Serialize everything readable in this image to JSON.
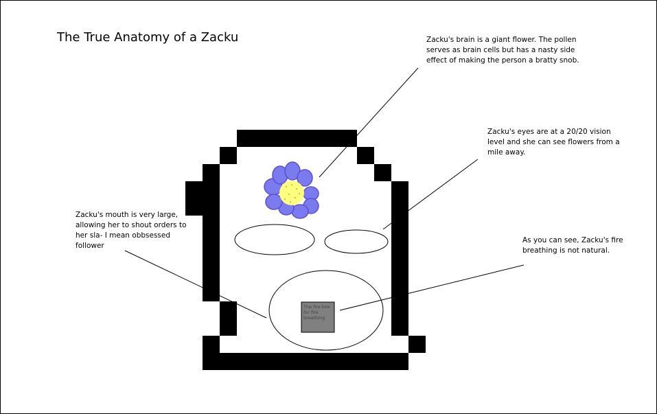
{
  "title": "The True Anatomy of a Zacku",
  "annotations": {
    "brain": "Zacku's brain is a giant flower. The pollen serves as brain cells but has a nasty side effect of making the person a bratty snob.",
    "eyes": "Zacku's eyes are at a 20/20 vision level and she can see flowers from a mile away.",
    "mouth": "Zacku's mouth is very large, allowing her to shout orders to her sla- I mean obbsessed follower",
    "fire": "As you can see, Zacku's fire breathing is not natural."
  },
  "fire_box_label": "The fire box for fire breathing",
  "colors": {
    "outline": "#000000",
    "petal": "#7b7bf0",
    "petal_dark": "#5a4fd0",
    "flower_center": "#ffff80",
    "fire_box": "#808080",
    "background": "#ffffff"
  }
}
